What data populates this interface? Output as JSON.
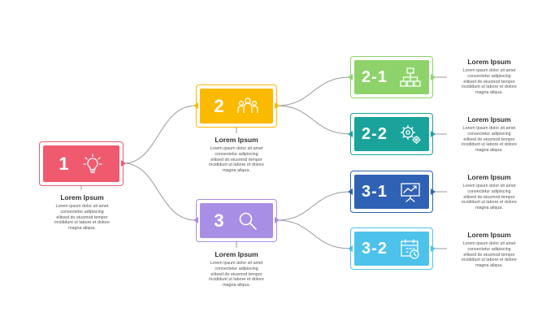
{
  "colors": {
    "n1": "#ef5a6f",
    "n2": "#fbb900",
    "n3": "#a98ee6",
    "n21": "#8dd36a",
    "n22": "#1aa39b",
    "n31": "#2f62b4",
    "n32": "#4dc2ea",
    "line": "#9a9a9a"
  },
  "nodes": {
    "n1": {
      "label": "1",
      "icon": "lightbulb-icon"
    },
    "n2": {
      "label": "2",
      "icon": "team-icon"
    },
    "n3": {
      "label": "3",
      "icon": "magnifier-icon"
    },
    "n21": {
      "label": "2-1",
      "icon": "hierarchy-icon"
    },
    "n22": {
      "label": "2-2",
      "icon": "gears-icon"
    },
    "n31": {
      "label": "3-1",
      "icon": "presentation-chart-icon"
    },
    "n32": {
      "label": "3-2",
      "icon": "calendar-clock-icon"
    }
  },
  "texts": {
    "n1": {
      "title": "Lorem Ipsum",
      "body": "Lorem ipsum dolor sit amet\nconsectetur adipiscing\nelitsed do eiusmod tempor\nincididunt ut labore et dolore\nmagna aliqua."
    },
    "n2": {
      "title": "Lorem Ipsum",
      "body": "Lorem ipsum dolor sit amet\nconsectetur adipiscing\nelitsed do eiusmod tempor\nincididunt ut labore et dolore\nmagna aliqua."
    },
    "n3": {
      "title": "Lorem Ipsum",
      "body": "Lorem ipsum dolor sit amet\nconsectetur adipiscing\nelitsed do eiusmod tempor\nincididunt ut labore et dolore\nmagna aliqua."
    },
    "n21": {
      "title": "Lorem Ipsum",
      "body": "Lorem ipsum dolor sit amet\nconsectetur adipiscing\nelitsed do eiusmod tempor\nincididunt ut labore et dolore\nmagna aliqua."
    },
    "n22": {
      "title": "Lorem Ipsum",
      "body": "Lorem ipsum dolor sit amet\nconsectetur adipiscing\nelitsed do eiusmod tempor\nincididunt ut labore et dolore\nmagna aliqua."
    },
    "n31": {
      "title": "Lorem Ipsum",
      "body": "Lorem ipsum dolor sit amet\nconsectetur adipiscing\nelitsed do eiusmod tempor\nincididunt ut labore et dolore\nmagna aliqua."
    },
    "n32": {
      "title": "Lorem Ipsum",
      "body": "Lorem ipsum dolor sit amet\nconsectetur adipiscing\nelitsed do eiusmod tempor\nincididunt ut labore et dolore\nmagna aliqua."
    }
  }
}
